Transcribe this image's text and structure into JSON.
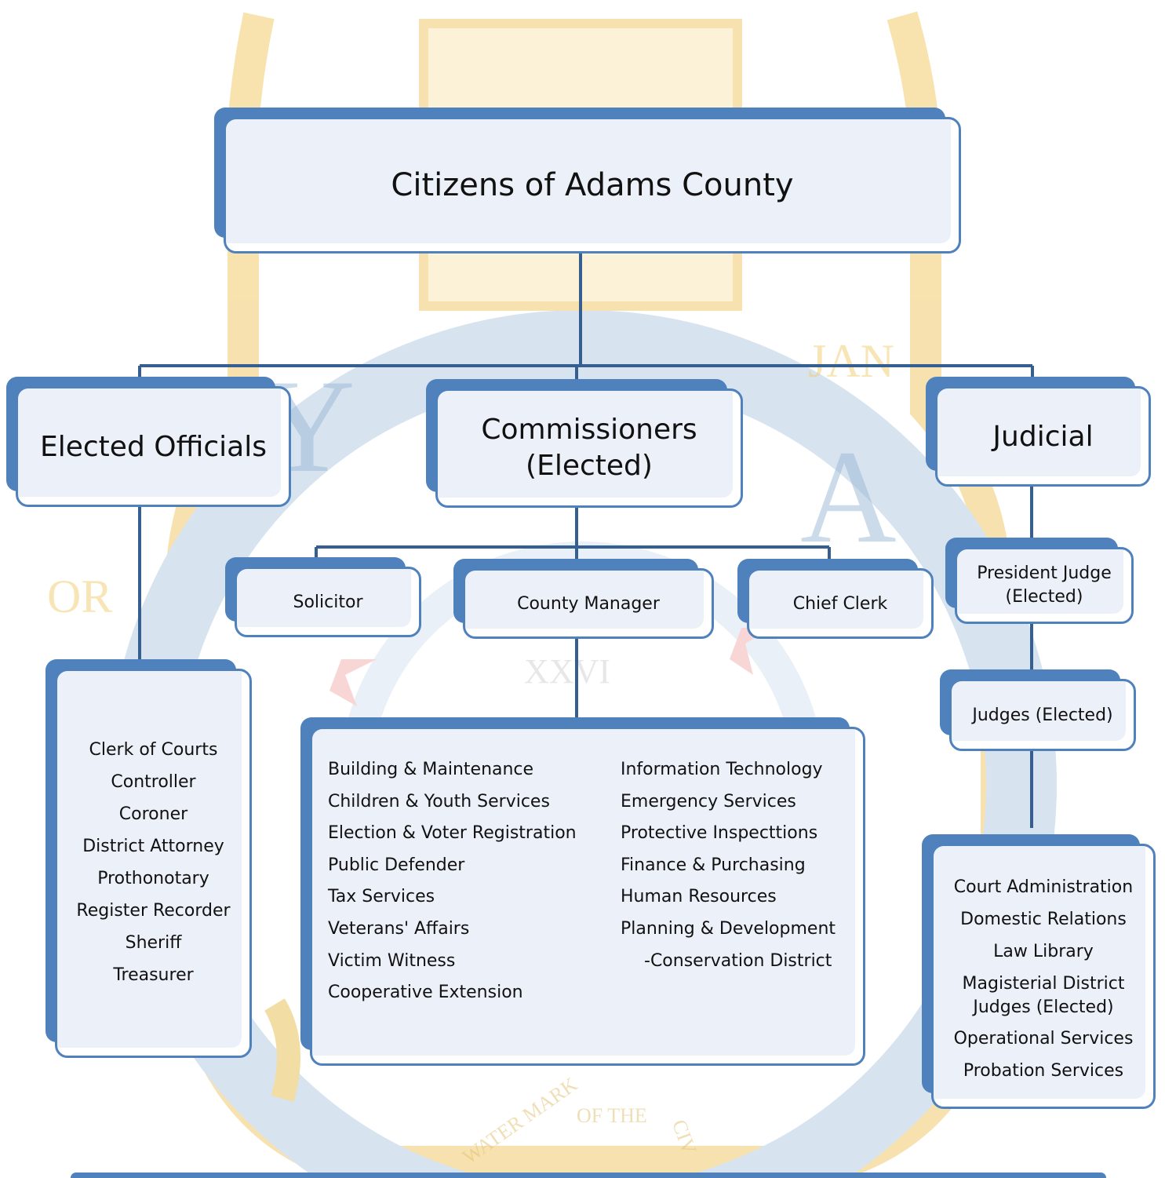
{
  "colors": {
    "accent": "#4f81bd",
    "box_fill": "#ecf1f9",
    "seal_gold": "#f2cc6e",
    "seal_blue": "#b7cde3"
  },
  "seal_lettering": [
    "Y",
    "A",
    "JAN",
    "OR",
    "XXVI",
    "OF THE",
    "WATER MARK",
    "CIV"
  ],
  "root": {
    "label": "Citizens of Adams County"
  },
  "branches": {
    "elected_officials": {
      "label": "Elected Officials",
      "items": [
        "Clerk of Courts",
        "Controller",
        "Coroner",
        "District Attorney",
        "Prothonotary",
        "Register Recorder",
        "Sheriff",
        "Treasurer"
      ]
    },
    "commissioners": {
      "label_line1": "Commissioners",
      "label_line2": "(Elected)",
      "staff": {
        "solicitor": "Solicitor",
        "county_manager": "County Manager",
        "chief_clerk": "Chief Clerk"
      },
      "departments_left": [
        "Building & Maintenance",
        "Children & Youth Services",
        "Election & Voter Registration",
        "Public Defender",
        "Tax Services",
        "Veterans' Affairs",
        "Victim Witness",
        "Cooperative Extension"
      ],
      "departments_right": [
        "Information Technology",
        "Emergency Services",
        "Protective Inspecttions",
        "Finance & Purchasing",
        "Human Resources",
        "Planning & Development",
        "-Conservation District"
      ]
    },
    "judicial": {
      "label": "Judicial",
      "president_judge_line1": "President Judge",
      "president_judge_line2": "(Elected)",
      "judges": "Judges (Elected)",
      "items": [
        "Court Administration",
        "Domestic Relations",
        "Law Library",
        "Magisterial District",
        "Judges (Elected)",
        "Operational Services",
        "Probation Services"
      ]
    }
  }
}
